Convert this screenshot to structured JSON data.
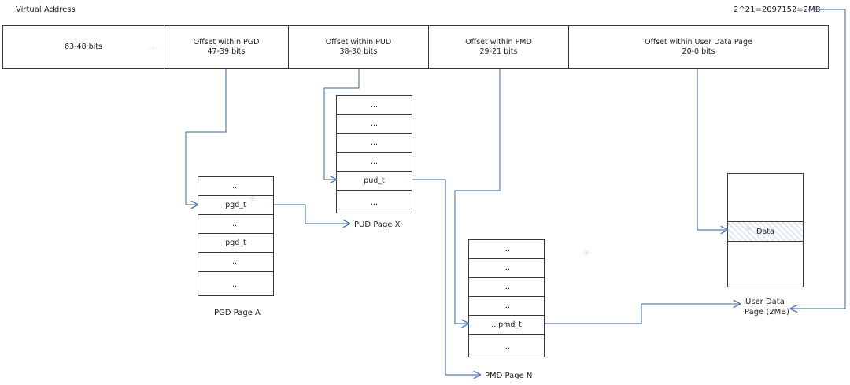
{
  "header": {
    "title": "Virtual Address",
    "size_note": "2^21=2097152=2MB"
  },
  "address_fields": [
    {
      "line1": "63-48 bits",
      "line2": ""
    },
    {
      "line1": "Offset within PGD",
      "line2": "47-39 bits"
    },
    {
      "line1": "Offset within PUD",
      "line2": "38-30 bits"
    },
    {
      "line1": "Offset within PMD",
      "line2": "29-21 bits"
    },
    {
      "line1": "Offset within User Data Page",
      "line2": "20-0 bits"
    }
  ],
  "pgd_table": {
    "label": "PGD Page A",
    "cells": [
      "...",
      "pgd_t",
      "...",
      "pgd_t",
      "...",
      "..."
    ]
  },
  "pud_table": {
    "label": "PUD Page X",
    "cells": [
      "...",
      "...",
      "...",
      "...",
      "pud_t",
      "..."
    ]
  },
  "pmd_table": {
    "label": "PMD Page N",
    "cells": [
      "...",
      "...",
      "...",
      "...",
      "...pmd_t",
      "..."
    ]
  },
  "data_page": {
    "label_line1": "User Data",
    "label_line2": "Page (2MB)",
    "cell": "Data"
  },
  "colors": {
    "arrow": "#5b7fb0",
    "border": "#3a3a3a",
    "watermark": "#8fb6dc"
  }
}
